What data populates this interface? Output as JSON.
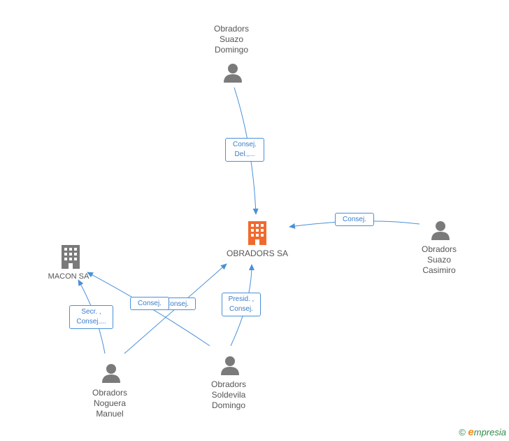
{
  "colors": {
    "edge": "#4a90d9",
    "person": "#7a7a7a",
    "company": "#7a7a7a",
    "focus_company": "#f06a2e"
  },
  "nodes": {
    "obradors_sa": {
      "label": "OBRADORS SA",
      "icon": "building-icon"
    },
    "macon_sa": {
      "label": "MACON SA",
      "icon": "building-icon"
    },
    "suazo_domingo": {
      "label": "Obradors\nSuazo\nDomingo",
      "icon": "person-icon"
    },
    "suazo_casimiro": {
      "label": "Obradors\nSuazo\nCasimiro",
      "icon": "person-icon"
    },
    "noguera_manuel": {
      "label": "Obradors\nNoguera\nManuel",
      "icon": "person-icon"
    },
    "soldevila_domingo": {
      "label": "Obradors\nSoldevila\nDomingo",
      "icon": "person-icon"
    }
  },
  "edges": {
    "suazo_domingo_to_obradors": "Consej.\nDel.,...",
    "suazo_casimiro_to_obradors": "Consej.",
    "noguera_to_macon": "Secr. ,\nConsej....",
    "noguera_to_obradors": "Consej.",
    "soldevila_to_macon": "Consej.",
    "soldevila_to_obradors": "Presid. ,\nConsej."
  },
  "footer": {
    "copyright": "©",
    "brand_first": "e",
    "brand_rest": "mpresia"
  }
}
